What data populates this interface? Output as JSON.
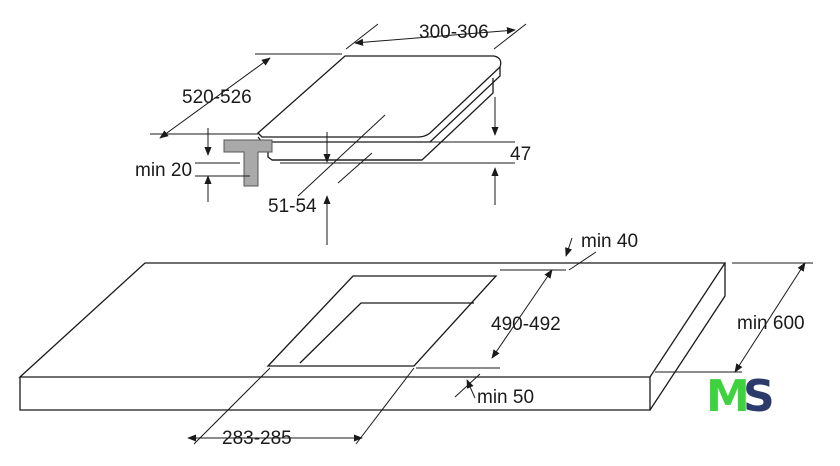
{
  "dimensions": {
    "hob_width": "300-306",
    "hob_depth": "520-526",
    "hob_height": "47",
    "worktop_min": "min 20",
    "hob_offset": "51-54",
    "back_clearance": "min 40",
    "cutout_depth": "490-492",
    "worktop_depth": "min 600",
    "front_clearance": "min 50",
    "cutout_width": "283-285"
  },
  "logo": {
    "text": "MS",
    "letter_1": "M",
    "letter_2": "S",
    "color_1": "#3fd23f",
    "color_2": "#2b3a6b"
  },
  "colors": {
    "line": "#1a1a1a",
    "bracket": "#a9a9a9"
  }
}
